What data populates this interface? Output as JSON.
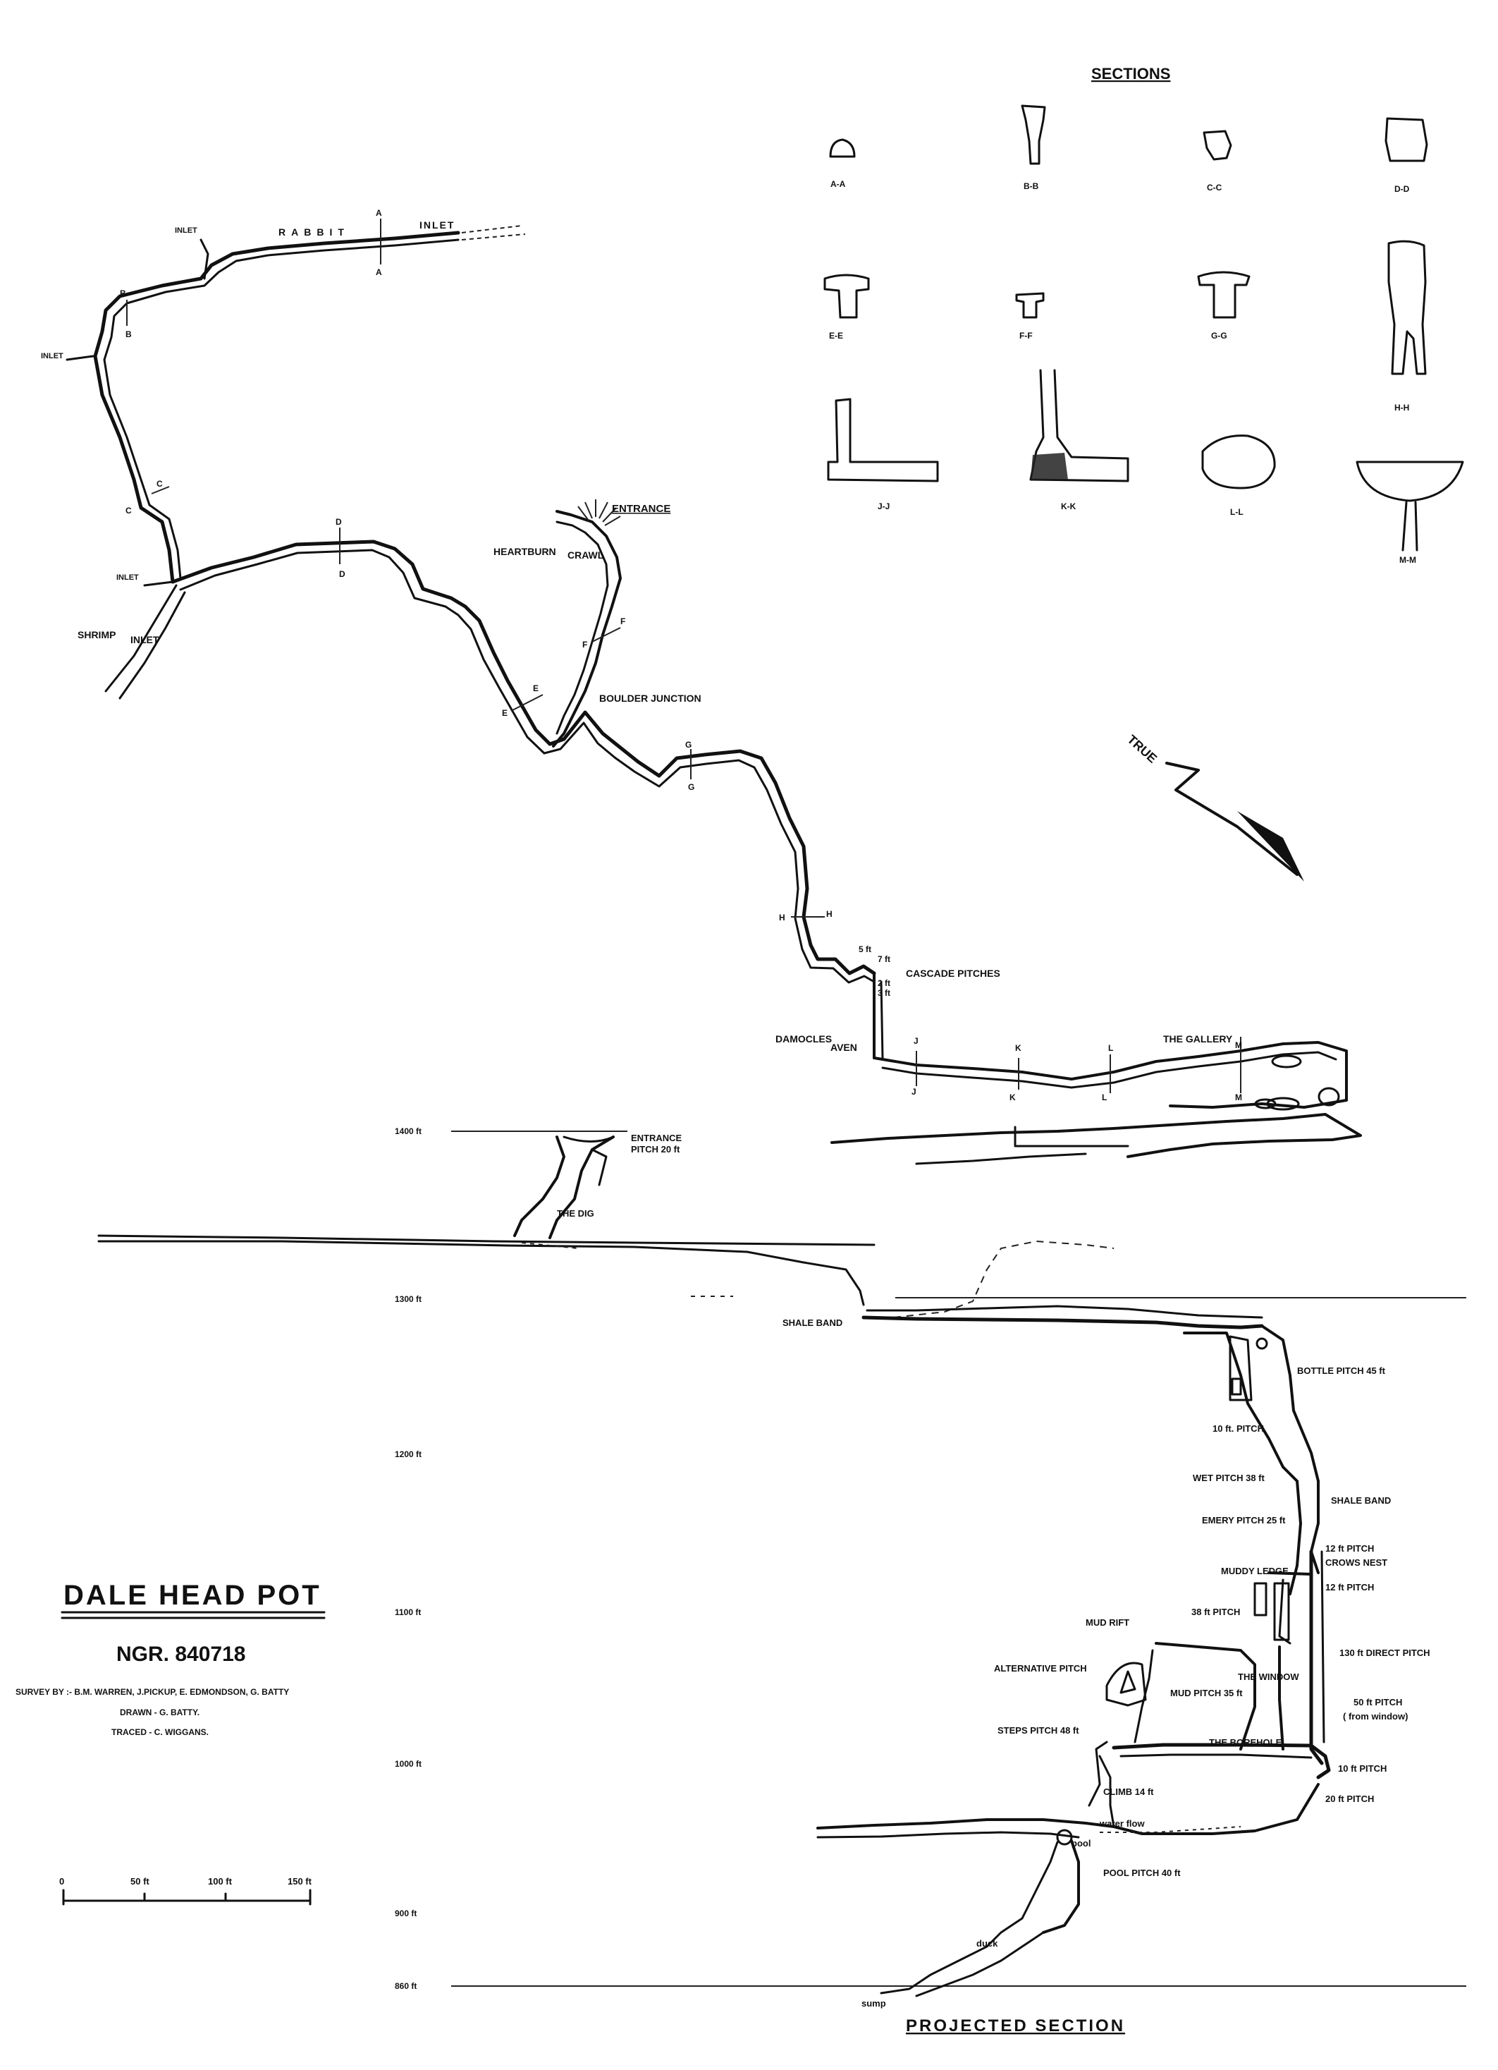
{
  "title": "DALE HEAD POT",
  "ngr": "NGR. 840718",
  "credits": {
    "survey": "SURVEY BY :- B.M. WARREN, J.PICKUP, E. EDMONDSON, G. BATTY",
    "drawn": "DRAWN - G. BATTY.",
    "traced": "TRACED - C. WIGGANS."
  },
  "scale_bar": {
    "ticks": [
      "0",
      "50 ft",
      "100 ft",
      "150 ft"
    ]
  },
  "sections": {
    "heading": "SECTIONS",
    "labels": [
      "A-A",
      "B-B",
      "C-C",
      "D-D",
      "E-E",
      "F-F",
      "G-G",
      "H-H",
      "J-J",
      "K-K",
      "L-L",
      "M-M"
    ]
  },
  "north": "TRUE",
  "plan_labels": {
    "rabbit": "RABBIT",
    "rabbit_inlet": "INLET",
    "inlet1": "INLET",
    "inlet2": "INLET",
    "inlet3": "INLET",
    "shrimp": "SHRIMP",
    "shrimp_inlet": "INLET",
    "entrance": "ENTRANCE",
    "heartburn": "HEARTBURN",
    "heartburn_crawl": "CRAWL",
    "boulder_junction": "BOULDER JUNCTION",
    "cascade_pitches": "CASCADE PITCHES",
    "damocles": "DAMOCLES",
    "damocles_aven": "AVEN",
    "the_gallery": "THE GALLERY",
    "pitch_5ft": "5 ft",
    "pitch_7ft": "7 ft",
    "pitch_2ft": "2 ft",
    "pitch_3ft": "3 ft"
  },
  "section_markers": {
    "a1": "A",
    "a2": "A",
    "b1": "B",
    "b2": "B",
    "c1": "C",
    "c2": "C",
    "d1": "D",
    "d2": "D",
    "e1": "E",
    "e2": "E",
    "f1": "F",
    "f2": "F",
    "g1": "G",
    "g2": "G",
    "h1": "H",
    "h2": "H",
    "j1": "J",
    "j2": "J",
    "k1": "K",
    "k2": "K",
    "l1": "L",
    "l2": "L",
    "m1": "M",
    "m2": "M"
  },
  "elevations": [
    "1400 ft",
    "1300 ft",
    "1200 ft",
    "1100 ft",
    "1000 ft",
    "900 ft",
    "860 ft"
  ],
  "profile_labels": {
    "entrance_pitch": "ENTRANCE",
    "entrance_pitch2": "PITCH 20 ft",
    "the_dig": "THE DIG",
    "shale_band_1": "SHALE BAND",
    "bottle_pitch": "BOTTLE PITCH 45 ft",
    "pitch_10ft": "10 ft. PITCH",
    "wet_pitch": "WET PITCH 38 ft",
    "shale_band_2": "SHALE BAND",
    "emery_pitch": "EMERY PITCH 25 ft",
    "pitch_12ft_a": "12 ft PITCH",
    "crows_nest": "CROWS NEST",
    "pitch_12ft_b": "12 ft PITCH",
    "muddy_ledge": "MUDDY LEDGE",
    "pitch_38ft": "38 ft PITCH",
    "mud_rift": "MUD RIFT",
    "direct_pitch": "130 ft DIRECT PITCH",
    "alternative_pitch": "ALTERNATIVE PITCH",
    "the_window": "THE WINDOW",
    "mud_pitch": "MUD PITCH 35 ft",
    "pitch_50ft": "50 ft PITCH",
    "from_window": "( from window)",
    "steps_pitch": "STEPS PITCH 48 ft",
    "the_borehole": "THE BOREHOLE",
    "pitch_10ft_b": "10 ft PITCH",
    "climb": "CLIMB 14 ft",
    "pitch_20ft": "20 ft PITCH",
    "water_flow": "water flow",
    "pool": "pool",
    "pool_pitch": "POOL PITCH 40 ft",
    "duck": "duck",
    "sump": "sump",
    "projected_section": "PROJECTED SECTION"
  }
}
